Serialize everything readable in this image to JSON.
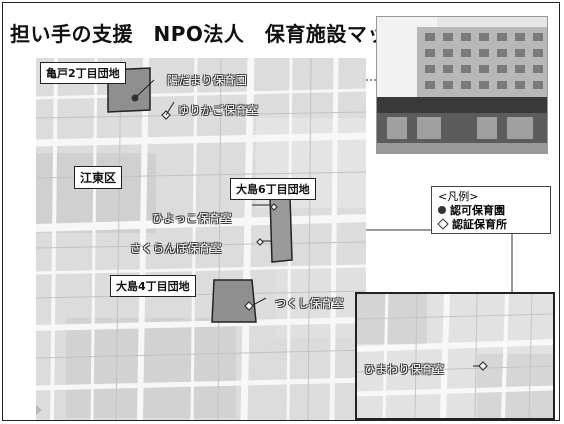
{
  "title": "担い手の支援　NPO法人　保育施設マップ",
  "ward_label": "江東区",
  "estates": [
    {
      "name": "亀戸2丁目団地"
    },
    {
      "name": "大島6丁目団地"
    },
    {
      "name": "大島4丁目団地"
    }
  ],
  "facilities": [
    {
      "name": "陽だまり保育園",
      "type": "認可保育園"
    },
    {
      "name": "ゆりかご保育室",
      "type": "認証保育所"
    },
    {
      "name": "ひよっこ保育室",
      "type": "認証保育所"
    },
    {
      "name": "さくらんぼ保育室",
      "type": "認証保育所"
    },
    {
      "name": "つくし保育室",
      "type": "認証保育所"
    },
    {
      "name": "ひまわり保育室",
      "type": "認証保育所"
    }
  ],
  "legend": {
    "title": "<凡例>",
    "items": [
      {
        "label": "認可保育園",
        "icon": "filled-circle-icon"
      },
      {
        "label": "認証保育所",
        "icon": "diamond-icon"
      }
    ]
  },
  "colors": {
    "estate_fill": "#8f8f8f",
    "map_bg": "#dcdcdc",
    "road": "#f7f7f7"
  }
}
